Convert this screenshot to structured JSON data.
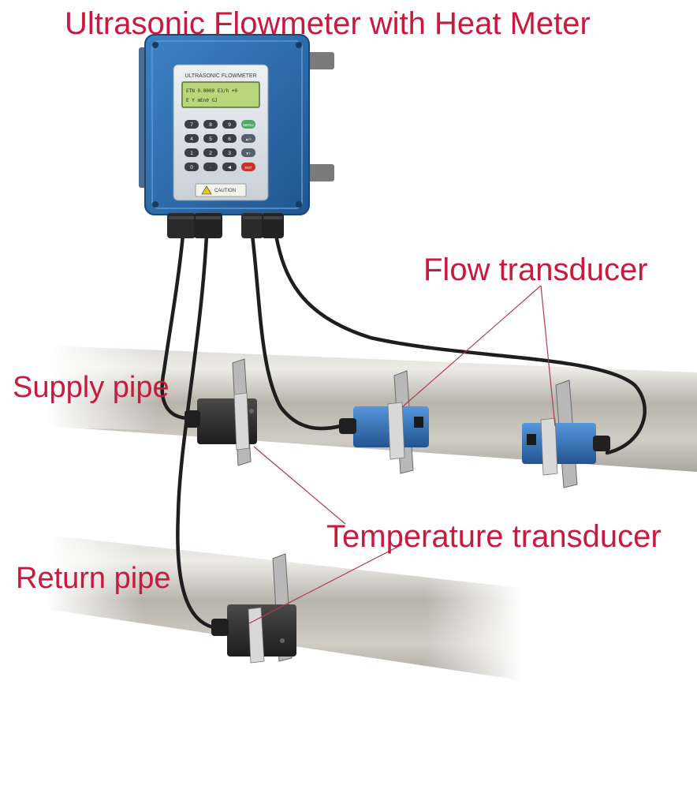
{
  "title": "Ultrasonic Flowmeter with Heat Meter",
  "labels": {
    "flow_transducer": "Flow transducer",
    "supply_pipe": "Supply pipe",
    "temperature_transducer": "Temperature transducer",
    "return_pipe": "Return pipe"
  },
  "meter": {
    "brand_text": "ULTRASONIC FLOWMETER",
    "display_line1": "ETN    0.0000 E3/h +0",
    "display_line2": "E Y          mEn0 GJ",
    "caution_text": "CAUTION",
    "keys": [
      "7",
      "8",
      "9",
      "MENU",
      "4",
      "5",
      "6",
      "▲/+",
      "1",
      "2",
      "3",
      "▼/-",
      "0",
      "·",
      "◄",
      "ENT"
    ]
  },
  "colors": {
    "label": "#c8193f",
    "meter_body": "#2f6fae",
    "lcd": "#b9d67a",
    "pipe": "#c9c7c0",
    "flow_transducer": "#3b7cc4",
    "temp_transducer": "#2c2c2c"
  }
}
